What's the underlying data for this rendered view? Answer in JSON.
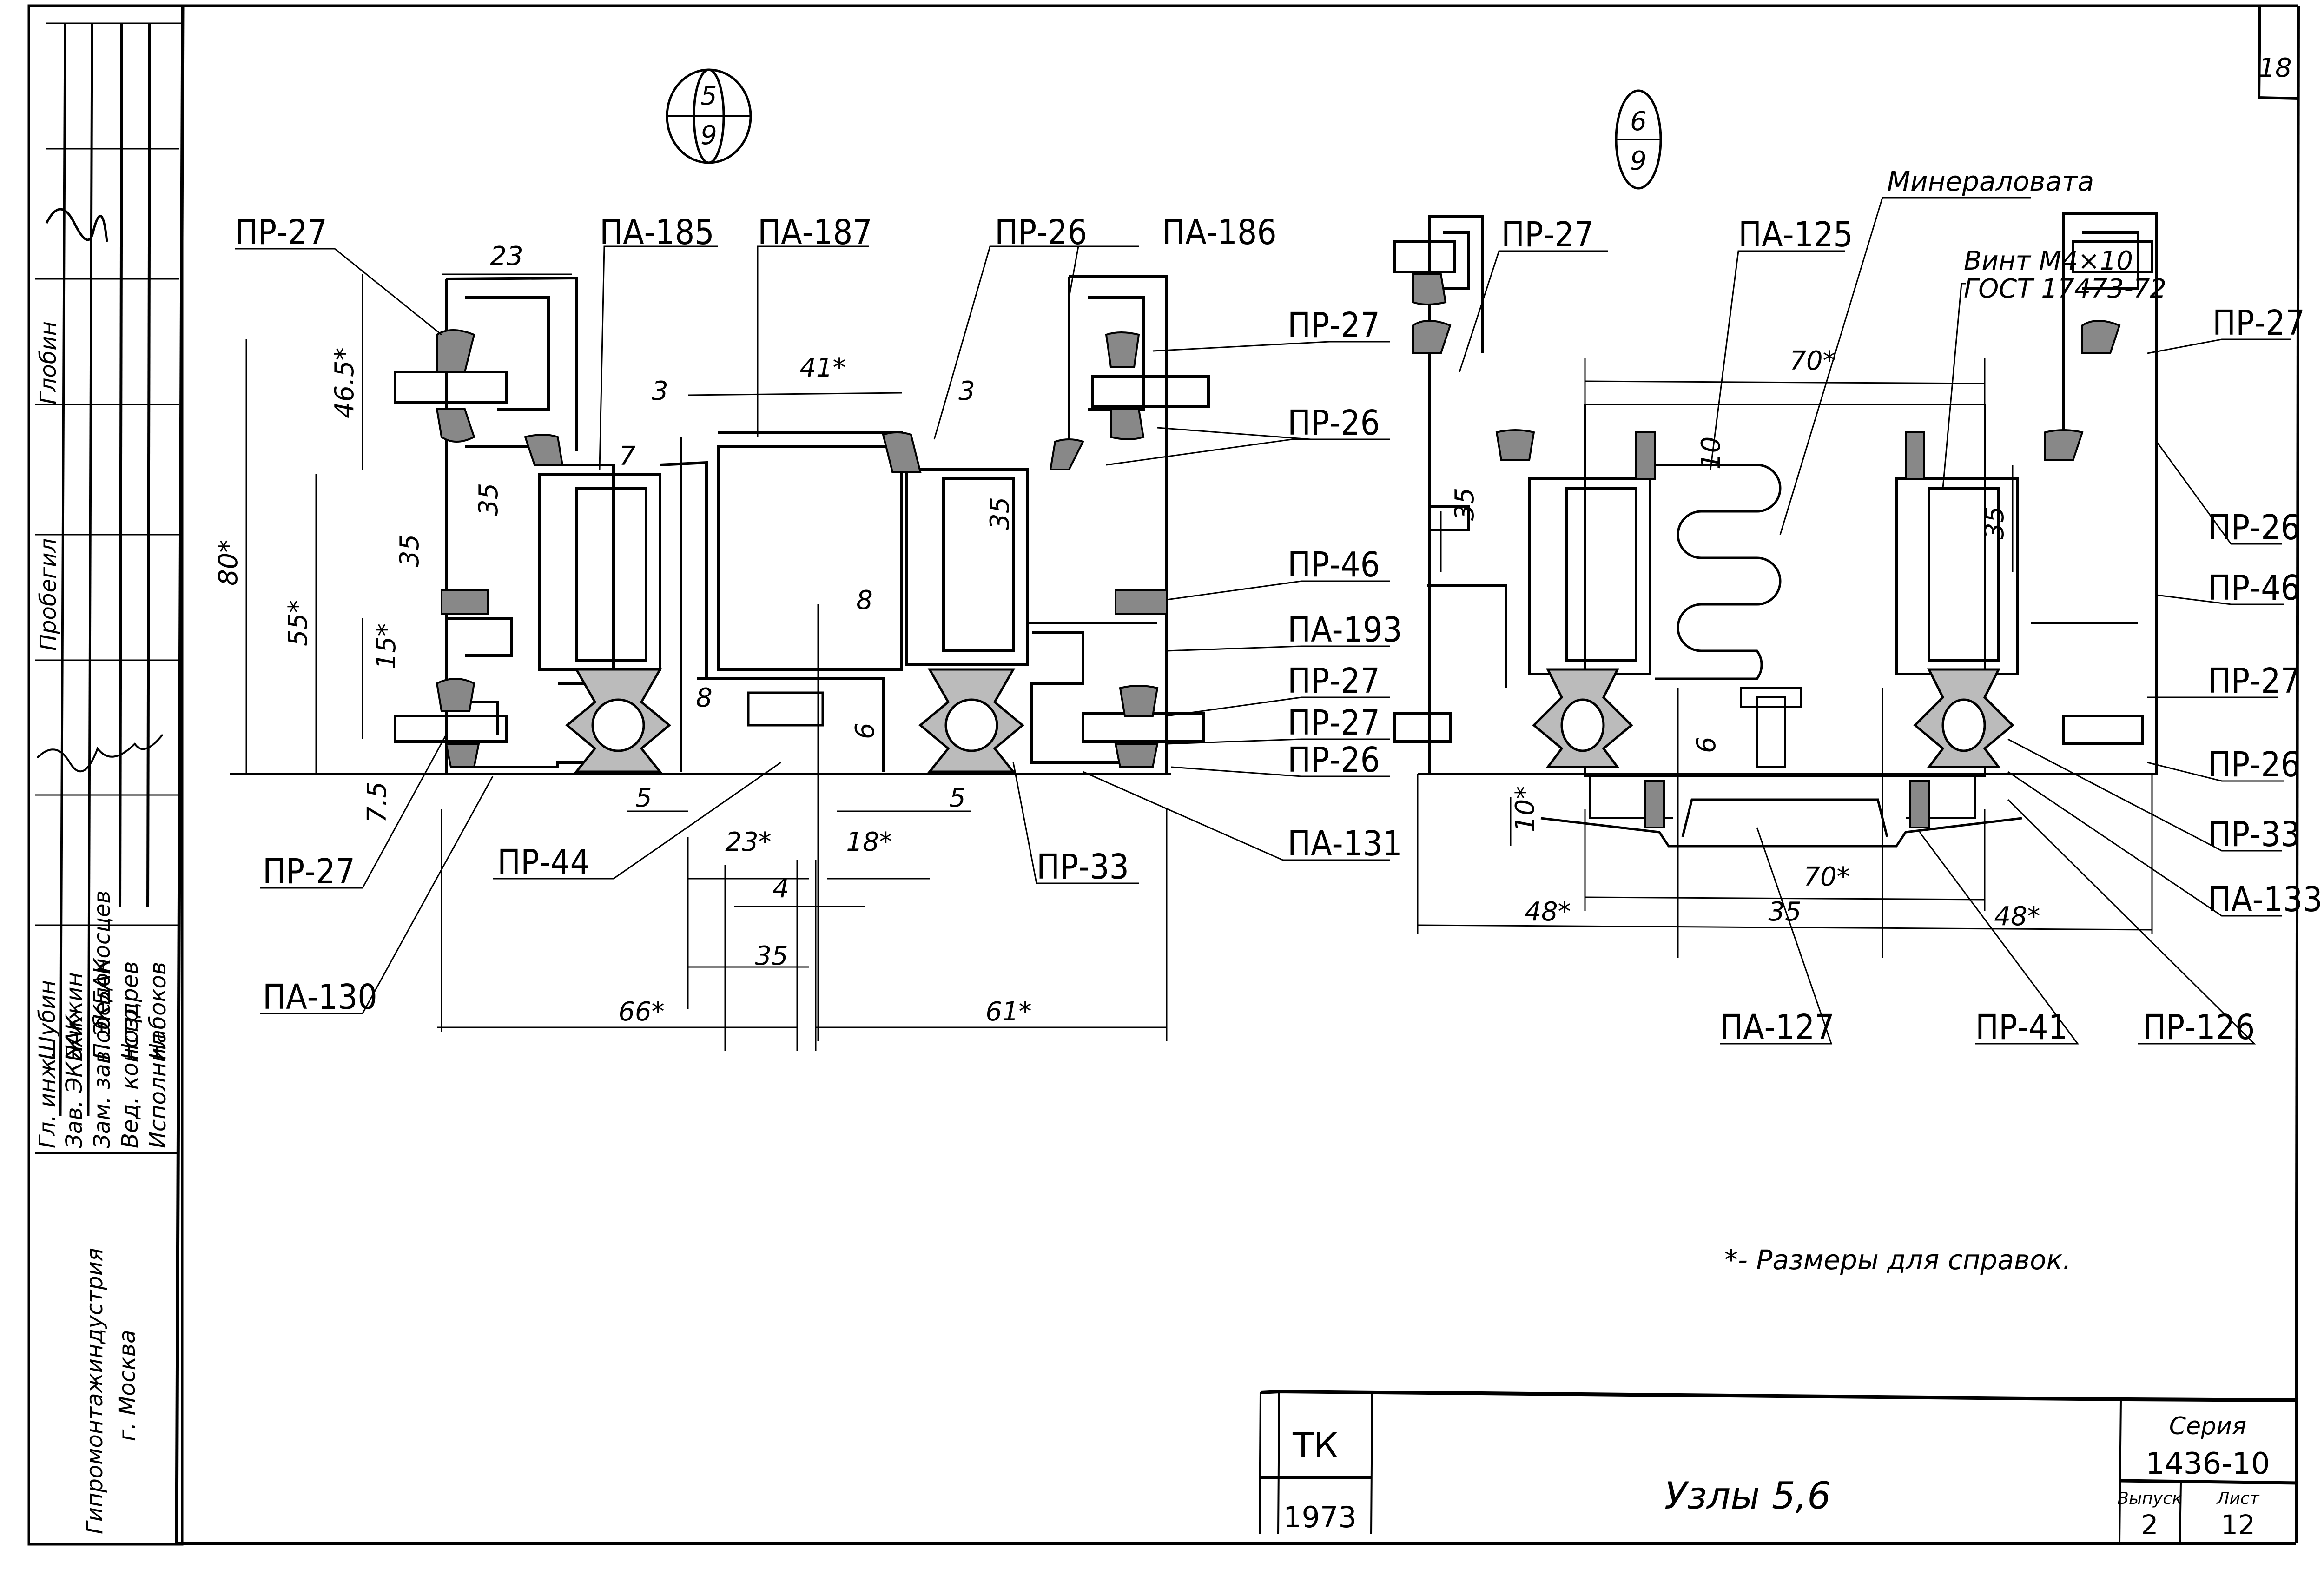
{
  "sheet": {
    "sheet_corner_number": "18",
    "footnote": "*- Размеры для справок."
  },
  "title_block": {
    "org_code": "ТК",
    "year": "1973",
    "title": "Узлы 5,6",
    "series_label": "Серия",
    "series_value": "1436-10",
    "issue_label": "Выпуск",
    "issue_value": "2",
    "sheet_label": "Лист",
    "sheet_value": "12"
  },
  "side_stamp": {
    "organization": [
      "Гипромонтажиндустрия",
      "г. Москва"
    ],
    "roles": [
      "Гл. инж.",
      "Зав. ЭКБАК",
      "Зам. зав. ЭКБАК",
      "Вед. констр.",
      "Исполнил"
    ],
    "names": [
      "Шубин",
      "Жижин",
      "Победоносцев",
      "Ноздрев",
      "Набоков"
    ],
    "top_roles": [
      "Глобин",
      "Пробегил"
    ]
  },
  "node5": {
    "marker_top": "5",
    "marker_bottom": "9",
    "callouts": [
      {
        "id": "c1",
        "text": "ПР-27"
      },
      {
        "id": "c2",
        "text": "ПА-185"
      },
      {
        "id": "c3",
        "text": "ПА-187"
      },
      {
        "id": "c4",
        "text": "ПР-26"
      },
      {
        "id": "c5",
        "text": "ПА-186"
      },
      {
        "id": "c6",
        "text": "ПР-27"
      },
      {
        "id": "c7",
        "text": "ПР-26"
      },
      {
        "id": "c8",
        "text": "ПР-46"
      },
      {
        "id": "c9",
        "text": "ПА-193"
      },
      {
        "id": "c10",
        "text": "ПР-27"
      },
      {
        "id": "c11",
        "text": "ПР-27"
      },
      {
        "id": "c12",
        "text": "ПР-26"
      },
      {
        "id": "c13",
        "text": "ПА-131"
      },
      {
        "id": "c14",
        "text": "ПР-33"
      },
      {
        "id": "c15",
        "text": "ПР-44"
      },
      {
        "id": "c16",
        "text": "ПР-27"
      },
      {
        "id": "c17",
        "text": "ПА-130"
      }
    ],
    "dimensions": {
      "d23_top": "23",
      "d465": "46.5*",
      "d80": "80*",
      "d55": "55*",
      "d35a": "35",
      "d35b": "35",
      "d15": "15*",
      "d75": "7.5",
      "d41": "41*",
      "d3a": "3",
      "d3b": "3",
      "d7": "7",
      "d35c": "35",
      "d8a": "8",
      "d8b": "8",
      "d6": "6",
      "d5a": "5",
      "d5b": "5",
      "d23s": "23*",
      "d18s": "18*",
      "d4": "4",
      "d35d": "35",
      "d66": "66*",
      "d61": "61*"
    }
  },
  "node6": {
    "marker_top": "6",
    "marker_bottom": "9",
    "callouts": [
      {
        "id": "e1",
        "text": "ПР-27"
      },
      {
        "id": "e2",
        "text": "ПА-125"
      },
      {
        "id": "e3",
        "text": "Минераловата"
      },
      {
        "id": "e4",
        "text": "Винт М4×10"
      },
      {
        "id": "e5",
        "text": "ГОСТ 17473-72"
      },
      {
        "id": "e6",
        "text": "ПР-27"
      },
      {
        "id": "e7",
        "text": "ПР-26"
      },
      {
        "id": "e8",
        "text": "ПР-46"
      },
      {
        "id": "e9",
        "text": "ПР-27"
      },
      {
        "id": "e10",
        "text": "ПР-26"
      },
      {
        "id": "e11",
        "text": "ПР-33"
      },
      {
        "id": "e12",
        "text": "ПА-133"
      },
      {
        "id": "e13",
        "text": "ПА-127"
      },
      {
        "id": "e14",
        "text": "ПР-41"
      },
      {
        "id": "e15",
        "text": "ПР-126"
      }
    ],
    "dimensions": {
      "d70top": "70*",
      "d10": "10",
      "d35a": "35",
      "d35b": "35",
      "d6": "6",
      "d10s": "10*",
      "d70b": "70*",
      "d48l": "48*",
      "d35c": "35",
      "d48r": "48*"
    }
  }
}
